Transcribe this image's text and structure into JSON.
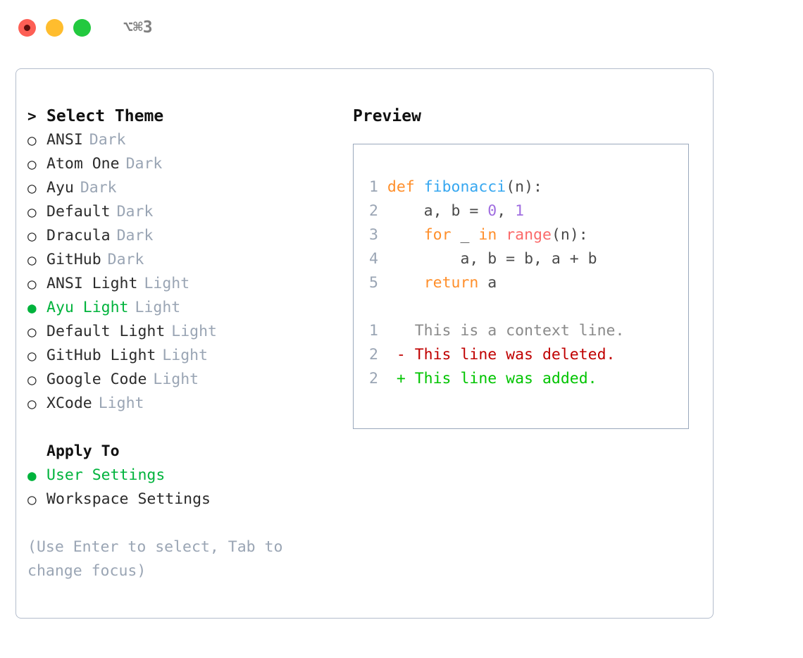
{
  "titlebar": {
    "shortcut": "⌥⌘3",
    "buttons": [
      {
        "name": "close",
        "color": "#fd5f55"
      },
      {
        "name": "minimize",
        "color": "#ffbd2e"
      },
      {
        "name": "zoom",
        "color": "#22c93f"
      }
    ]
  },
  "theme_panel": {
    "caret": ">",
    "heading": "Select Theme",
    "marker_unselected": "○",
    "marker_selected": "●",
    "items": [
      {
        "label": "ANSI",
        "tag": "Dark",
        "selected": false
      },
      {
        "label": "Atom One",
        "tag": "Dark",
        "selected": false
      },
      {
        "label": "Ayu",
        "tag": "Dark",
        "selected": false
      },
      {
        "label": "Default",
        "tag": "Dark",
        "selected": false
      },
      {
        "label": "Dracula",
        "tag": "Dark",
        "selected": false
      },
      {
        "label": "GitHub",
        "tag": "Dark",
        "selected": false
      },
      {
        "label": "ANSI Light",
        "tag": "Light",
        "selected": false
      },
      {
        "label": "Ayu Light",
        "tag": "Light",
        "selected": true
      },
      {
        "label": "Default Light",
        "tag": "Light",
        "selected": false
      },
      {
        "label": "GitHub Light",
        "tag": "Light",
        "selected": false
      },
      {
        "label": "Google Code",
        "tag": "Light",
        "selected": false
      },
      {
        "label": "XCode",
        "tag": "Light",
        "selected": false
      }
    ]
  },
  "apply_to": {
    "heading": "Apply To",
    "options": [
      {
        "label": "User Settings",
        "selected": true
      },
      {
        "label": "Workspace Settings",
        "selected": false
      }
    ]
  },
  "hint": "(Use Enter to select, Tab to change focus)",
  "preview": {
    "title": "Preview",
    "code": [
      {
        "num": "1",
        "tokens": [
          {
            "t": "def",
            "c": "kw"
          },
          {
            "t": " ",
            "c": "pn"
          },
          {
            "t": "fibonacci",
            "c": "fn"
          },
          {
            "t": "(",
            "c": "pn"
          },
          {
            "t": "n",
            "c": "id"
          },
          {
            "t": "):",
            "c": "pn"
          }
        ]
      },
      {
        "num": "2",
        "tokens": [
          {
            "t": "    a, b = ",
            "c": "id"
          },
          {
            "t": "0",
            "c": "num"
          },
          {
            "t": ", ",
            "c": "pn"
          },
          {
            "t": "1",
            "c": "num"
          }
        ]
      },
      {
        "num": "3",
        "tokens": [
          {
            "t": "    ",
            "c": "pn"
          },
          {
            "t": "for",
            "c": "kw"
          },
          {
            "t": " _ ",
            "c": "id"
          },
          {
            "t": "in",
            "c": "kw"
          },
          {
            "t": " ",
            "c": "pn"
          },
          {
            "t": "range",
            "c": "bi"
          },
          {
            "t": "(",
            "c": "pn"
          },
          {
            "t": "n",
            "c": "id"
          },
          {
            "t": "):",
            "c": "pn"
          }
        ]
      },
      {
        "num": "4",
        "tokens": [
          {
            "t": "        a, b = b, a + b",
            "c": "id"
          }
        ]
      },
      {
        "num": "5",
        "tokens": [
          {
            "t": "    ",
            "c": "pn"
          },
          {
            "t": "return",
            "c": "kw"
          },
          {
            "t": " a",
            "c": "id"
          }
        ]
      }
    ],
    "diff": [
      {
        "num": "1",
        "sign": " ",
        "text": "This is a context line.",
        "kind": "ctx"
      },
      {
        "num": "2",
        "sign": "-",
        "text": "This line was deleted.",
        "kind": "del"
      },
      {
        "num": "2",
        "sign": "+",
        "text": "This line was added.",
        "kind": "add"
      }
    ]
  },
  "colors": {
    "accent_green": "#00b33c",
    "muted": "#9aa5b4",
    "text": "#2b2b2b",
    "border": "#b4bdcc",
    "panel_border": "#9aa8bc",
    "keyword": "#ff8f2b",
    "function": "#36a7f0",
    "number": "#a06ee0",
    "builtin": "#fb6a6a",
    "diff_add": "#00c400",
    "diff_del": "#c00000"
  }
}
